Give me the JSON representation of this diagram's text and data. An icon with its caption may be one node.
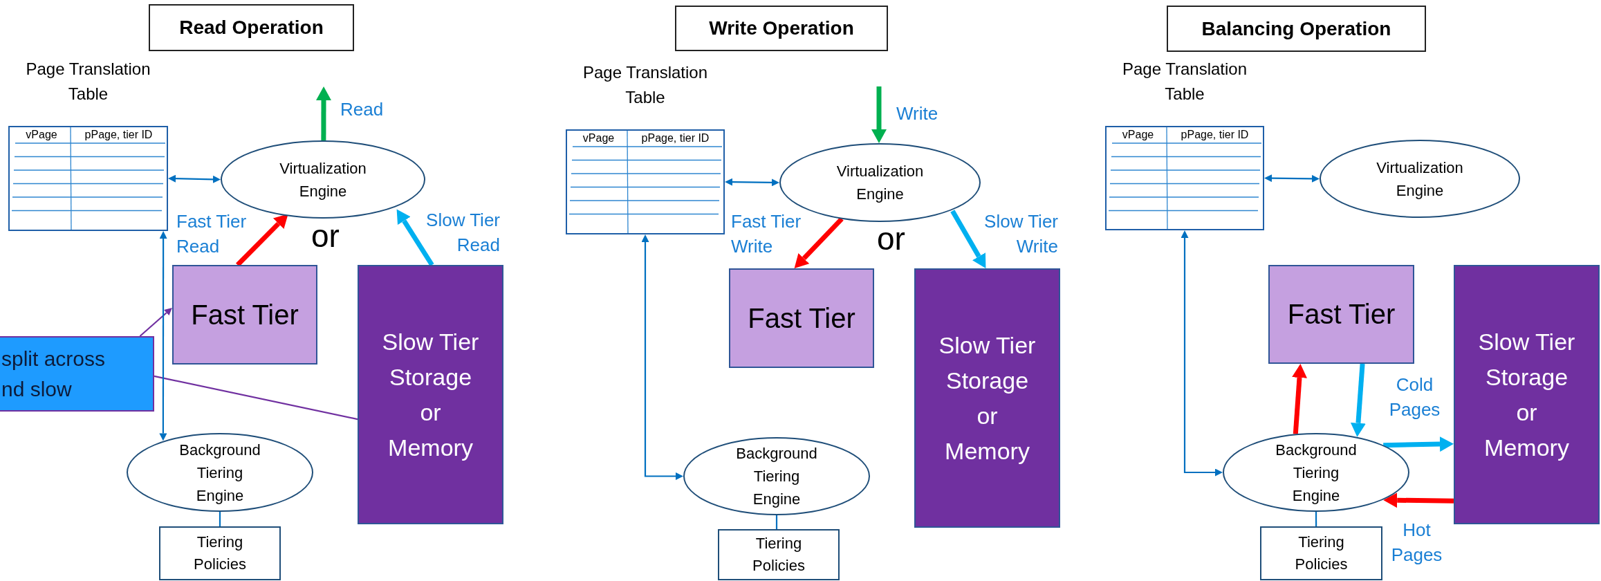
{
  "diagram": {
    "nodes": [
      {
        "text": [
          "Read Operation"
        ]
      },
      {
        "text": [
          "Page Translation Table",
          "vPage",
          "pPage, tier ID"
        ]
      },
      {
        "text": [
          "Virtualization Engine"
        ]
      },
      {
        "text": [
          "Fast Tier"
        ]
      },
      {
        "text": [
          "Slow Tier Storage or Memory"
        ]
      },
      {
        "text": [
          "split across nd slow"
        ]
      },
      {
        "text": [
          "Background Tiering Engine"
        ]
      },
      {
        "text": [
          "Tiering Policies"
        ]
      },
      {
        "text": [
          "Write Operation"
        ]
      },
      {
        "text": [
          "Page Translation Table",
          "vPage",
          "pPage, tier ID"
        ]
      },
      {
        "text": [
          "Virtualization Engine"
        ]
      },
      {
        "text": [
          "Fast Tier"
        ]
      },
      {
        "text": [
          "Slow Tier Storage or Memory"
        ]
      },
      {
        "text": [
          "Background Tiering Engine"
        ]
      },
      {
        "text": [
          "Tiering Policies"
        ]
      },
      {
        "text": [
          "Balancing Operation"
        ]
      },
      {
        "text": [
          "Page Translation Table",
          "vPage",
          "pPage, tier ID"
        ]
      },
      {
        "text": [
          "Virtualization Engine"
        ]
      },
      {
        "text": [
          "Fast Tier"
        ]
      },
      {
        "text": [
          "Slow Tier Storage or Memory"
        ]
      },
      {
        "text": [
          "Background Tiering Engine"
        ]
      },
      {
        "text": [
          "Tiering Policies"
        ]
      }
    ],
    "edges": [
      {
        "from": 1,
        "to": 2,
        "arrow": "both"
      },
      {
        "from": 2,
        "to": null,
        "arrow": "to",
        "label": "Read",
        "style": "thick",
        "color": "#00b050"
      },
      {
        "from": 3,
        "to": 2,
        "arrow": "to",
        "label": "Fast Tier Read",
        "style": "thick",
        "color": "#ff0000"
      },
      {
        "from": 4,
        "to": 2,
        "arrow": "to",
        "label": "Slow Tier Read",
        "style": "thick",
        "color": "#00b0f0"
      },
      {
        "from": 5,
        "to": 3,
        "arrow": "to",
        "color": "#7030a0"
      },
      {
        "from": 5,
        "to": 4,
        "arrow": "none",
        "color": "#7030a0"
      },
      {
        "from": 1,
        "to": 6,
        "arrow": "both"
      },
      {
        "from": 6,
        "to": 7,
        "arrow": "none"
      },
      {
        "from": 9,
        "to": 10,
        "arrow": "both"
      },
      {
        "from": null,
        "to": 10,
        "arrow": "to",
        "label": "Write",
        "style": "thick",
        "color": "#00b050"
      },
      {
        "from": 10,
        "to": 11,
        "arrow": "to",
        "label": "Fast Tier Write",
        "style": "thick",
        "color": "#ff0000"
      },
      {
        "from": 10,
        "to": 12,
        "arrow": "to",
        "label": "Slow Tier Write",
        "style": "thick",
        "color": "#00b0f0"
      },
      {
        "from": 9,
        "to": 13,
        "arrow": "both"
      },
      {
        "from": 13,
        "to": 14,
        "arrow": "none"
      },
      {
        "from": 16,
        "to": 17,
        "arrow": "both"
      },
      {
        "from": 20,
        "to": 18,
        "arrow": "to",
        "style": "thick",
        "color": "#ff0000"
      },
      {
        "from": 18,
        "to": 20,
        "arrow": "to",
        "style": "thick",
        "color": "#00b0f0"
      },
      {
        "from": 20,
        "to": 19,
        "arrow": "to",
        "label": "Cold Pages",
        "style": "thick",
        "color": "#00b0f0"
      },
      {
        "from": 19,
        "to": 20,
        "arrow": "to",
        "label": "Hot Pages",
        "style": "thick",
        "color": "#ff0000"
      },
      {
        "from": 16,
        "to": 20,
        "arrow": "both"
      },
      {
        "from": 20,
        "to": 21,
        "arrow": "none"
      }
    ],
    "labels": [
      "or",
      "or"
    ]
  }
}
